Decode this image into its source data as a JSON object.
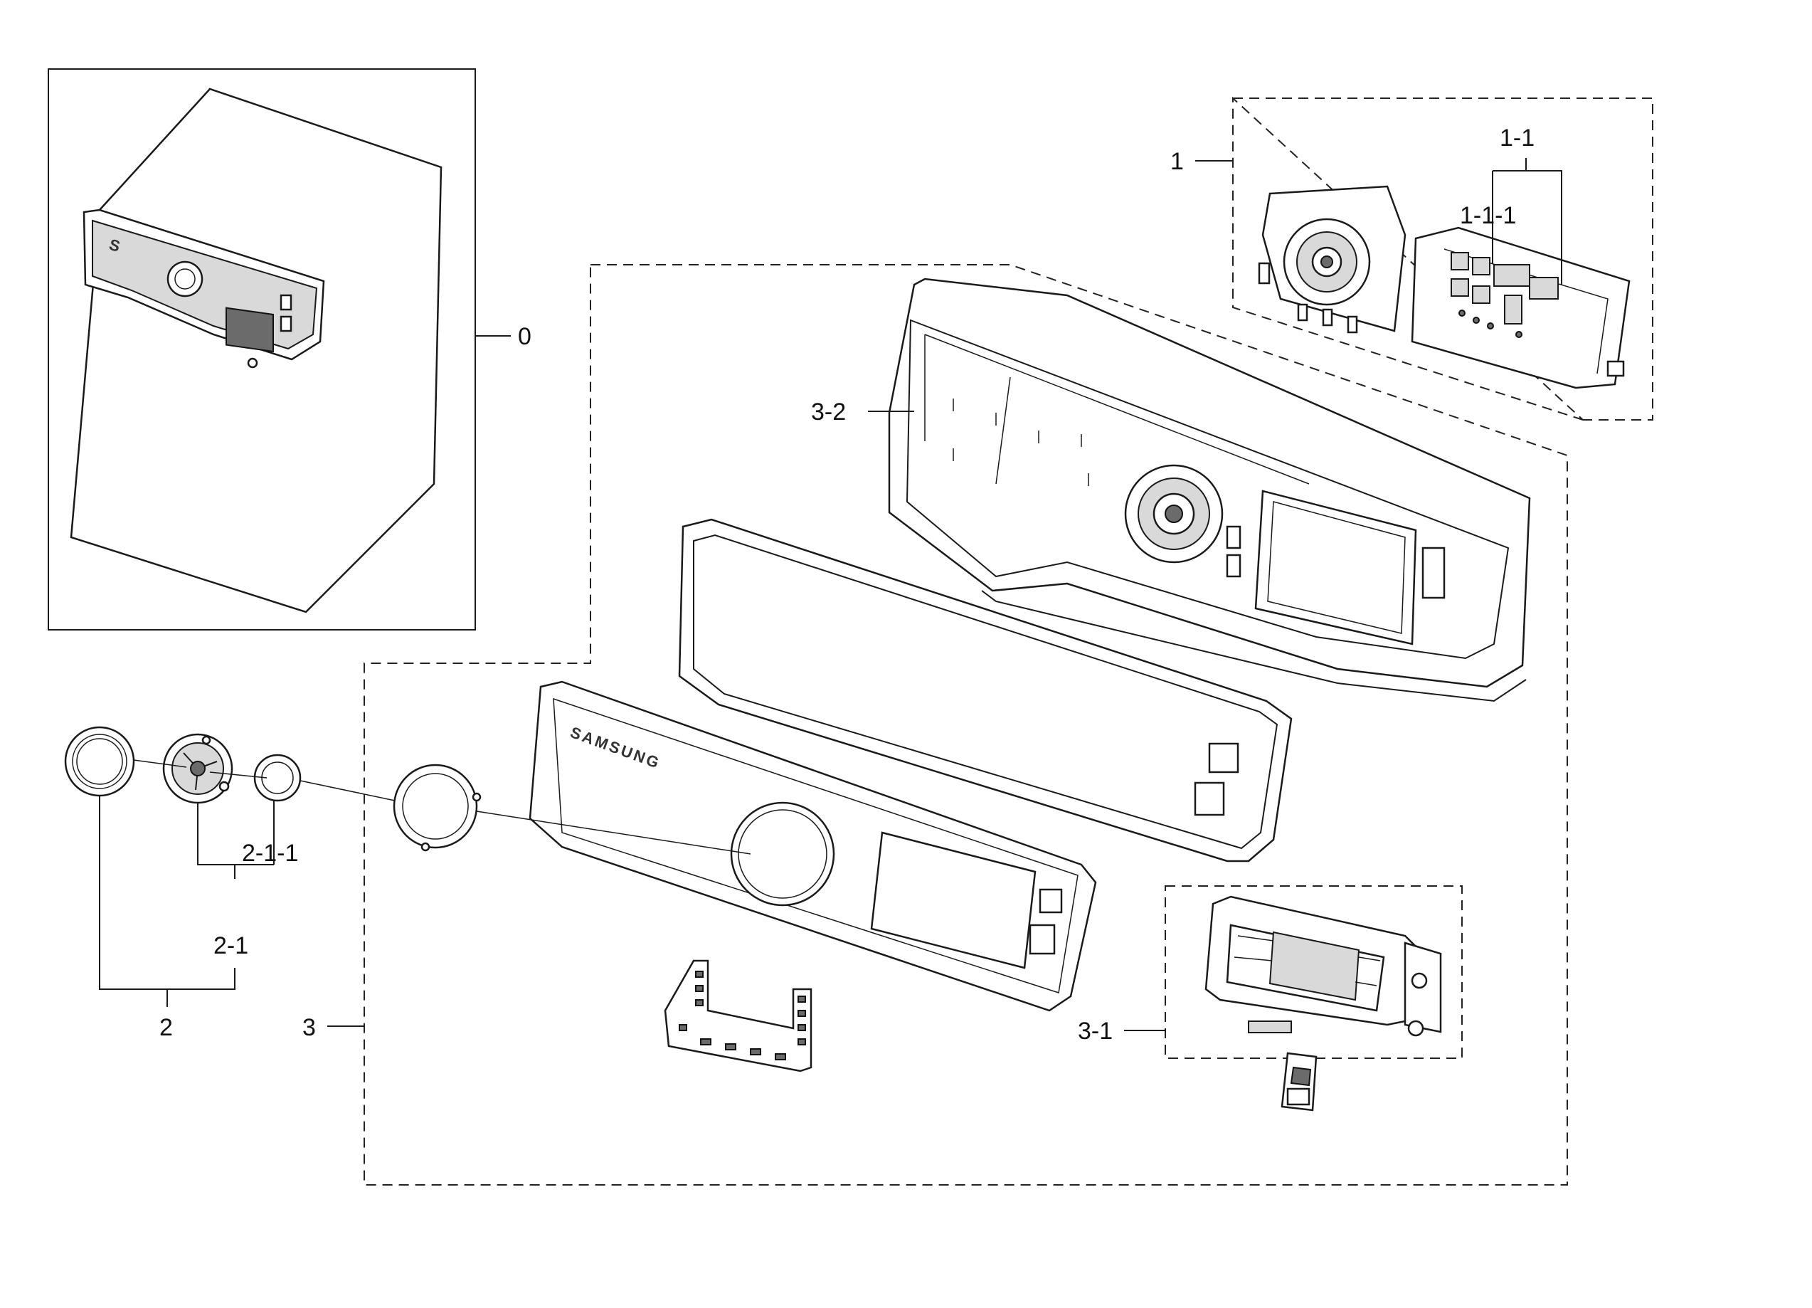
{
  "callouts": {
    "c0": "0",
    "c1": "1",
    "c1_1": "1-1",
    "c1_1_1": "1-1-1",
    "c2": "2",
    "c2_1": "2-1",
    "c2_1_1": "2-1-1",
    "c3": "3",
    "c3_1": "3-1",
    "c3_2": "3-2"
  },
  "brand_text": "SAMSUNG"
}
